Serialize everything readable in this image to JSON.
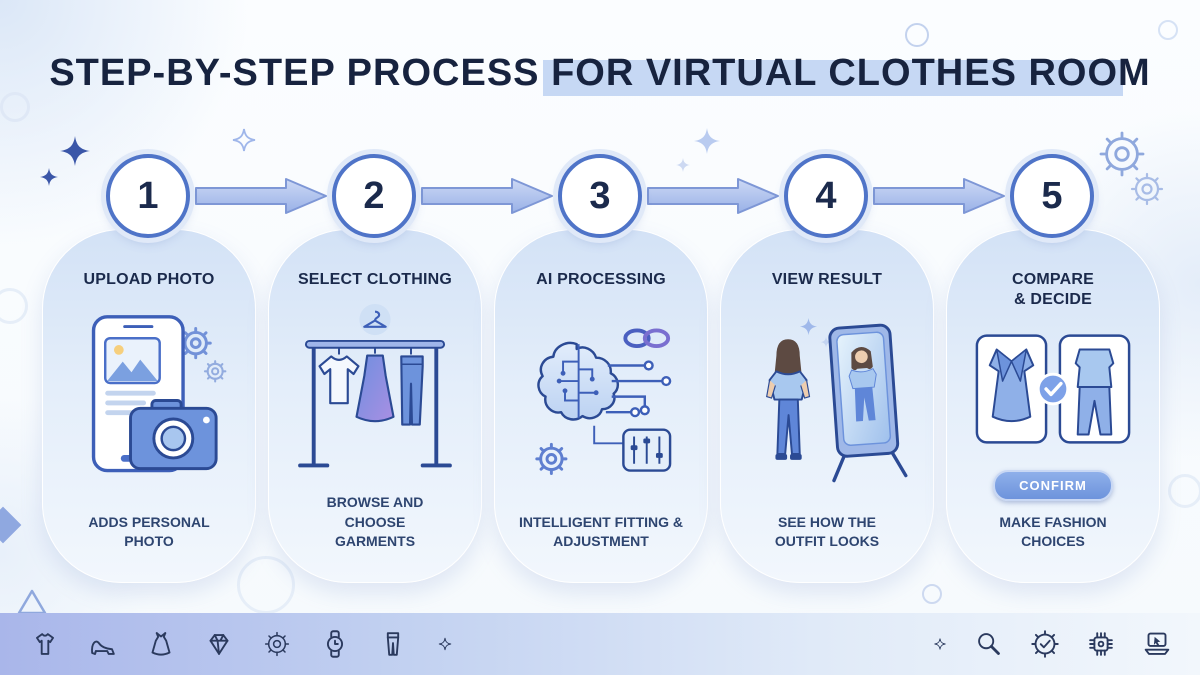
{
  "header": {
    "title": "STEP-BY-STEP PROCESS FOR VIRTUAL CLOTHES ROOM"
  },
  "steps": [
    {
      "number": "1",
      "title": "UPLOAD PHOTO",
      "description": "ADDS PERSONAL PHOTO",
      "icon": "smartphone-camera-icon"
    },
    {
      "number": "2",
      "title": "SELECT CLOTHING",
      "description": "BROWSE AND CHOOSE GARMENTS",
      "icon": "clothes-rack-icon"
    },
    {
      "number": "3",
      "title": "AI PROCESSING",
      "description": "INTELLIGENT FITTING & ADJUSTMENT",
      "icon": "ai-brain-circuit-icon"
    },
    {
      "number": "4",
      "title": "VIEW RESULT",
      "description": "SEE HOW THE OUTFIT LOOKS",
      "icon": "mirror-reflection-icon"
    },
    {
      "number": "5",
      "title": "COMPARE & DECIDE",
      "description": "MAKE FASHION CHOICES",
      "icon": "outfit-compare-icon",
      "button_label": "CONFIRM"
    }
  ],
  "footer": {
    "left_icons": [
      "tshirt-icon",
      "high-heel-icon",
      "dress-icon",
      "diamond-icon",
      "gear-icon",
      "watch-icon",
      "pants-icon",
      "sparkle-icon"
    ],
    "right_icons": [
      "sparkle-icon",
      "magnifier-icon",
      "gear-check-icon",
      "circuit-chip-icon",
      "laptop-cursor-icon"
    ]
  },
  "colors": {
    "accent_blue": "#4f74c8",
    "navy": "#1b2a4c",
    "card_top": "#d3e2f6",
    "highlight": "#c6d8f4",
    "band_periwinkle": "#a9b6ea",
    "confirm_button": "#6d93dc",
    "arrow_fill": "#aec2ee"
  }
}
